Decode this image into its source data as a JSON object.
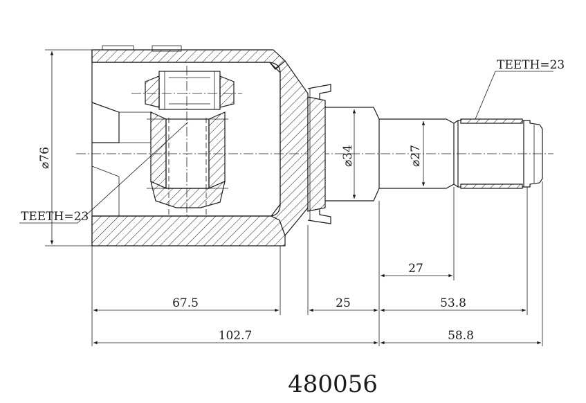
{
  "drawing": {
    "part_number": "480056",
    "labels": {
      "teeth_outer": "TEETH=23",
      "teeth_inner": "TEETH=23",
      "dia_housing": "⌀76",
      "dia_stem": "⌀34",
      "dia_shaft": "⌀27"
    },
    "dimensions": {
      "d_67_5": "67.5",
      "d_25": "25",
      "d_27": "27",
      "d_53_8": "53.8",
      "d_102_7": "102.7",
      "d_58_8": "58.8"
    }
  }
}
